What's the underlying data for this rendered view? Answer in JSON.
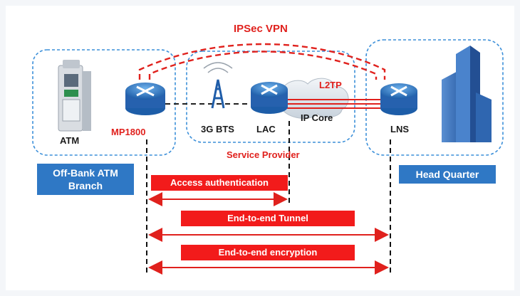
{
  "title": "IPSec VPN",
  "labels": {
    "atm": "ATM",
    "mp1800": "MP1800",
    "bts": "3G BTS",
    "lac": "LAC",
    "ip_core": "IP Core",
    "l2tp": "L2TP",
    "lns": "LNS",
    "service_provider": "Service Provider"
  },
  "regions": {
    "branch": "Off-Bank ATM Branch",
    "hq": "Head Quarter"
  },
  "bars": {
    "access": "Access authentication",
    "tunnel": "End-to-end Tunnel",
    "encryption": "End-to-end encryption"
  },
  "colors": {
    "accent_red": "#e0211d",
    "dash_blue": "#3b8fd9",
    "region_blue": "#2f78c5",
    "router_blue": "#2e6fb8"
  }
}
